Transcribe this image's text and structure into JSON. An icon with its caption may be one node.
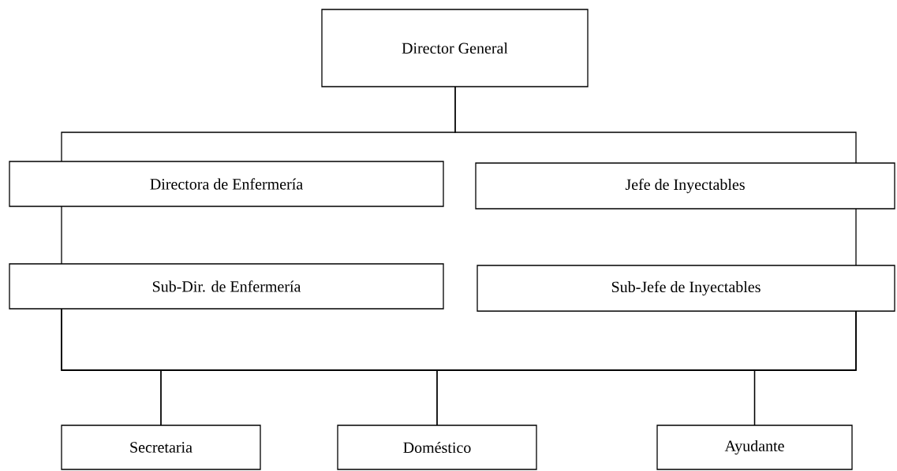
{
  "diagram": {
    "nodes": [
      {
        "text": [
          "Director General"
        ]
      },
      {
        "text": [
          "Directora de Enfermería"
        ]
      },
      {
        "text": [
          "Jefe de Inyectables"
        ]
      },
      {
        "text": [
          "Sub-Dir. de Enfermería"
        ]
      },
      {
        "text": [
          "Sub-Jefe de Inyectables"
        ]
      },
      {
        "text": [
          "Secretaria"
        ]
      },
      {
        "text": [
          "Doméstico"
        ]
      },
      {
        "text": [
          "Ayudante"
        ]
      }
    ],
    "edges": [
      {
        "from": 0,
        "to": 1,
        "arrow": "none"
      },
      {
        "from": 0,
        "to": 2,
        "arrow": "none"
      },
      {
        "from": 1,
        "to": 3,
        "arrow": "none"
      },
      {
        "from": 2,
        "to": 4,
        "arrow": "none"
      },
      {
        "from": 3,
        "to": 5,
        "arrow": "none"
      },
      {
        "from": 3,
        "to": 6,
        "arrow": "none"
      },
      {
        "from": 3,
        "to": 7,
        "arrow": "none"
      },
      {
        "from": 4,
        "to": 5,
        "arrow": "none"
      },
      {
        "from": 4,
        "to": 6,
        "arrow": "none"
      },
      {
        "from": 4,
        "to": 7,
        "arrow": "none"
      }
    ]
  }
}
